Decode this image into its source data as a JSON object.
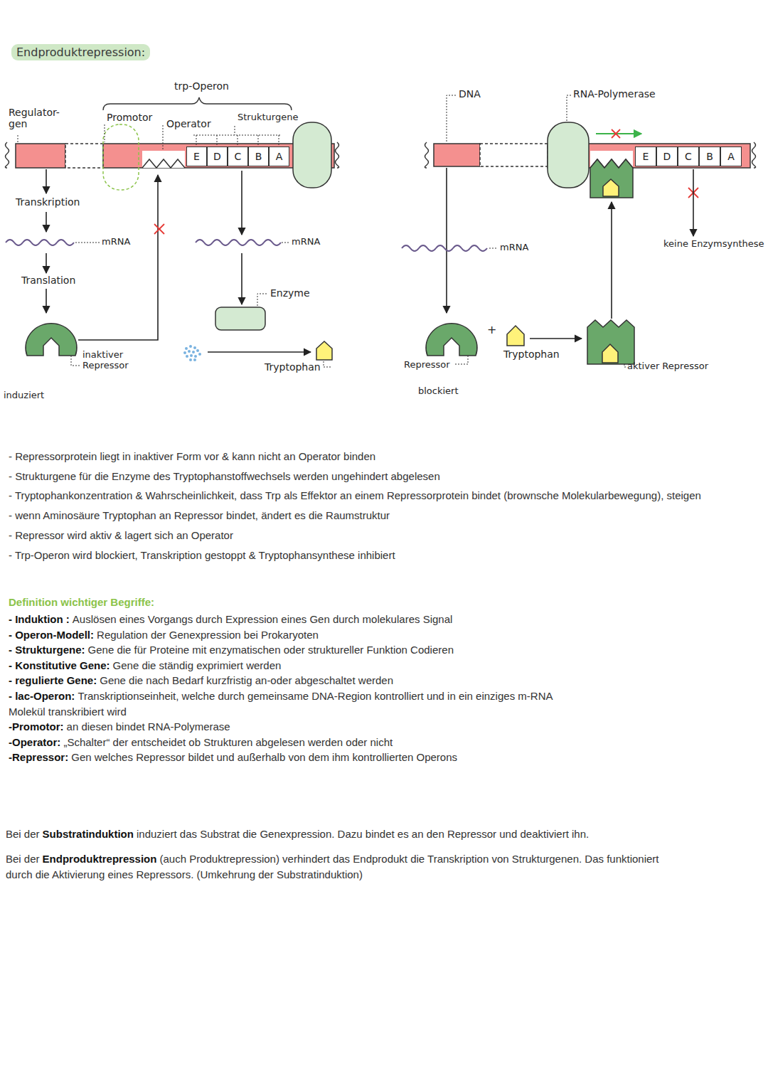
{
  "diagram": {
    "title": "Endproduktrepression:",
    "nodes": [
      {
        "text": [
          "E"
        ]
      },
      {
        "text": [
          "D"
        ]
      },
      {
        "text": [
          "C"
        ]
      },
      {
        "text": [
          "B"
        ]
      },
      {
        "text": [
          "A"
        ]
      },
      {
        "text": [
          "E"
        ]
      },
      {
        "text": [
          "D"
        ]
      },
      {
        "text": [
          "C"
        ]
      },
      {
        "text": [
          "B"
        ]
      },
      {
        "text": [
          "A"
        ]
      }
    ],
    "labels": [
      "trp-Operon",
      "Regulator- gen",
      "Promotor",
      "Operator",
      "Strukturgene",
      "Transkription",
      "mRNA",
      "mRNA",
      "Translation",
      "Enzyme",
      "inaktiver Repressor",
      "Tryptophan",
      "induziert",
      "DNA",
      "RNA-Polymerase",
      "mRNA",
      "keine Enzymsynthese",
      "+",
      "Tryptophan",
      "Repressor",
      "aktiver Repressor",
      "blockiert",
      "- Repressorprotein liegt in inaktiver Form vor & kann nicht an Operator binden",
      "- Strukturgene für die Enzyme des Tryptophanstoffwechsels werden ungehindert abgelesen",
      "- Tryptophankonzentration & Wahrscheinlichkeit, dass Trp als Effektor an einem Repressorprotein bindet (brownsche Molekularbewegung), steigen",
      "- wenn Aminosäure Tryptophan an Repressor bindet, ändert es die Raumstruktur",
      "- Repressor wird aktiv & lagert sich an Operator",
      "- Trp-Operon wird blockiert, Transkription gestoppt & Tryptophansynthese inhibiert",
      "Definition wichtiger Begriffe:",
      "- Induktion :",
      "Auslösen eines Vorgangs durch Expression eines Gen durch molekulares Signal",
      "- Operon-Modell:",
      "Regulation der Genexpression bei Prokaryoten",
      "- Strukturgene:",
      "Gene die für Proteine mit enzymatischen oder struktureller Funktion Codieren",
      "- Konstitutive Gene:",
      "Gene die ständig exprimiert werden",
      "- regulierte Gene:",
      "Gene die nach Bedarf kurzfristig an-oder abgeschaltet werden",
      "- lac-Operon:",
      "Transkriptionseinheit, welche durch gemeinsame DNA-Region kontrolliert und in ein einziges m-RNA Molekül transkribiert wird",
      "-Promotor:",
      "an diesen bindet RNA-Polymerase",
      "-Operator:",
      "„Schalter“ der entscheidet ob Strukturen abgelesen werden oder nicht",
      "-Repressor:",
      "Gen welches Repressor bildet und außerhalb von dem ihm kontrollierten Operons",
      "Bei der",
      "Substratinduktion",
      "induziert das Substrat die Genexpression. Dazu bindet es an den Repressor und deaktiviert ihn.",
      "Bei der",
      "Endproduktrepression",
      "(auch Produktrepression) verhindert das Endprodukt die Transkription von Strukturgenen. Das funktioniert durch die Aktivierung eines Repressors. (Umkehrung der Substratinduktion)"
    ]
  }
}
